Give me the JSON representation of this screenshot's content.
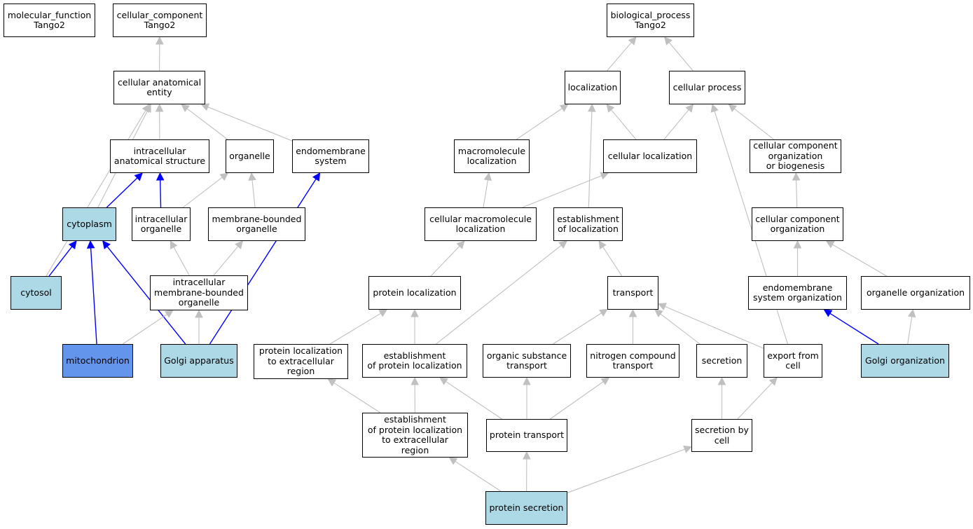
{
  "colors": {
    "edge_default": "#c0c0c0",
    "edge_highlight": "#0000ff",
    "annotated": "#add8e6",
    "focus": "#6495ed"
  },
  "nodes": [
    {
      "id": "mf",
      "label": "molecular_function\nTango2",
      "style": "white"
    },
    {
      "id": "cc",
      "label": "cellular_component\nTango2",
      "style": "white"
    },
    {
      "id": "bp",
      "label": "biological_process\nTango2",
      "style": "white"
    },
    {
      "id": "cae",
      "label": "cellular anatomical\nentity",
      "style": "white"
    },
    {
      "id": "localization",
      "label": "localization",
      "style": "white"
    },
    {
      "id": "cellproc",
      "label": "cellular process",
      "style": "white"
    },
    {
      "id": "ias",
      "label": "intracellular\nanatomical structure",
      "style": "white"
    },
    {
      "id": "organelle",
      "label": "organelle",
      "style": "white"
    },
    {
      "id": "endosys",
      "label": "endomembrane\nsystem",
      "style": "white"
    },
    {
      "id": "macroloc",
      "label": "macromolecule\nlocalization",
      "style": "white"
    },
    {
      "id": "cellloc",
      "label": "cellular localization",
      "style": "white"
    },
    {
      "id": "ccob",
      "label": "cellular component\norganization\nor biogenesis",
      "style": "white"
    },
    {
      "id": "cytoplasm",
      "label": "cytoplasm",
      "style": "lightblue"
    },
    {
      "id": "intraorg",
      "label": "intracellular\norganelle",
      "style": "white"
    },
    {
      "id": "mbo",
      "label": "membrane-bounded\norganelle",
      "style": "white"
    },
    {
      "id": "cmacroloc",
      "label": "cellular macromolecule\nlocalization",
      "style": "white"
    },
    {
      "id": "estloc",
      "label": "establishment\nof localization",
      "style": "white"
    },
    {
      "id": "cco",
      "label": "cellular component\norganization",
      "style": "white"
    },
    {
      "id": "cytosol",
      "label": "cytosol",
      "style": "lightblue"
    },
    {
      "id": "imbo",
      "label": "intracellular\nmembrane-bounded\norganelle",
      "style": "white"
    },
    {
      "id": "protloc",
      "label": "protein localization",
      "style": "white"
    },
    {
      "id": "transport",
      "label": "transport",
      "style": "white"
    },
    {
      "id": "endosysorg",
      "label": "endomembrane\nsystem organization",
      "style": "white"
    },
    {
      "id": "orgorg",
      "label": "organelle organization",
      "style": "white"
    },
    {
      "id": "mito",
      "label": "mitochondrion",
      "style": "blue"
    },
    {
      "id": "golgi",
      "label": "Golgi apparatus",
      "style": "lightblue"
    },
    {
      "id": "plec",
      "label": "protein localization\nto extracellular\nregion",
      "style": "white"
    },
    {
      "id": "estprotloc",
      "label": "establishment\nof protein localization",
      "style": "white"
    },
    {
      "id": "orgsubtr",
      "label": "organic substance\ntransport",
      "style": "white"
    },
    {
      "id": "nitrotr",
      "label": "nitrogen compound\ntransport",
      "style": "white"
    },
    {
      "id": "secretion",
      "label": "secretion",
      "style": "white"
    },
    {
      "id": "export",
      "label": "export from\ncell",
      "style": "white"
    },
    {
      "id": "golgiorg",
      "label": "Golgi organization",
      "style": "lightblue"
    },
    {
      "id": "estplec",
      "label": "establishment\nof protein localization\nto extracellular\nregion",
      "style": "white"
    },
    {
      "id": "prottr",
      "label": "protein transport",
      "style": "white"
    },
    {
      "id": "secbycell",
      "label": "secretion by\ncell",
      "style": "white"
    },
    {
      "id": "protsec",
      "label": "protein secretion",
      "style": "lightblue"
    }
  ],
  "edges": [
    {
      "from": "cae",
      "to": "cc",
      "highlight": false
    },
    {
      "from": "localization",
      "to": "bp",
      "highlight": false
    },
    {
      "from": "cellproc",
      "to": "bp",
      "highlight": false
    },
    {
      "from": "ias",
      "to": "cae",
      "highlight": false
    },
    {
      "from": "organelle",
      "to": "cae",
      "highlight": false
    },
    {
      "from": "endosys",
      "to": "cae",
      "highlight": false
    },
    {
      "from": "cytoplasm",
      "to": "cae",
      "highlight": false
    },
    {
      "from": "cytosol",
      "to": "cae",
      "highlight": false
    },
    {
      "from": "macroloc",
      "to": "localization",
      "highlight": false
    },
    {
      "from": "cellloc",
      "to": "localization",
      "highlight": false
    },
    {
      "from": "cellloc",
      "to": "cellproc",
      "highlight": false
    },
    {
      "from": "ccob",
      "to": "cellproc",
      "highlight": false
    },
    {
      "from": "estloc",
      "to": "localization",
      "highlight": false
    },
    {
      "from": "export",
      "to": "cellproc",
      "highlight": false
    },
    {
      "from": "cytoplasm",
      "to": "ias",
      "highlight": true
    },
    {
      "from": "intraorg",
      "to": "ias",
      "highlight": true
    },
    {
      "from": "intraorg",
      "to": "organelle",
      "highlight": false
    },
    {
      "from": "mbo",
      "to": "organelle",
      "highlight": false
    },
    {
      "from": "cmacroloc",
      "to": "macroloc",
      "highlight": false
    },
    {
      "from": "cmacroloc",
      "to": "cellloc",
      "highlight": false
    },
    {
      "from": "cco",
      "to": "ccob",
      "highlight": false
    },
    {
      "from": "cytosol",
      "to": "cytoplasm",
      "highlight": true
    },
    {
      "from": "mito",
      "to": "cytoplasm",
      "highlight": true
    },
    {
      "from": "golgi",
      "to": "cytoplasm",
      "highlight": true
    },
    {
      "from": "imbo",
      "to": "intraorg",
      "highlight": false
    },
    {
      "from": "imbo",
      "to": "mbo",
      "highlight": false
    },
    {
      "from": "protloc",
      "to": "cmacroloc",
      "highlight": false
    },
    {
      "from": "estprotloc",
      "to": "estloc",
      "highlight": false
    },
    {
      "from": "transport",
      "to": "estloc",
      "highlight": false
    },
    {
      "from": "endosysorg",
      "to": "cco",
      "highlight": false
    },
    {
      "from": "orgorg",
      "to": "cco",
      "highlight": false
    },
    {
      "from": "mito",
      "to": "imbo",
      "highlight": false
    },
    {
      "from": "golgi",
      "to": "imbo",
      "highlight": false
    },
    {
      "from": "golgi",
      "to": "endosys",
      "highlight": true
    },
    {
      "from": "plec",
      "to": "protloc",
      "highlight": false
    },
    {
      "from": "estprotloc",
      "to": "protloc",
      "highlight": false
    },
    {
      "from": "orgsubtr",
      "to": "transport",
      "highlight": false
    },
    {
      "from": "nitrotr",
      "to": "transport",
      "highlight": false
    },
    {
      "from": "secretion",
      "to": "transport",
      "highlight": false
    },
    {
      "from": "export",
      "to": "transport",
      "highlight": false
    },
    {
      "from": "golgiorg",
      "to": "endosysorg",
      "highlight": true
    },
    {
      "from": "golgiorg",
      "to": "orgorg",
      "highlight": false
    },
    {
      "from": "estplec",
      "to": "plec",
      "highlight": false
    },
    {
      "from": "estplec",
      "to": "estprotloc",
      "highlight": false
    },
    {
      "from": "prottr",
      "to": "estprotloc",
      "highlight": false
    },
    {
      "from": "prottr",
      "to": "orgsubtr",
      "highlight": false
    },
    {
      "from": "prottr",
      "to": "nitrotr",
      "highlight": false
    },
    {
      "from": "secbycell",
      "to": "secretion",
      "highlight": false
    },
    {
      "from": "secbycell",
      "to": "export",
      "highlight": false
    },
    {
      "from": "protsec",
      "to": "estplec",
      "highlight": false
    },
    {
      "from": "protsec",
      "to": "prottr",
      "highlight": false
    },
    {
      "from": "protsec",
      "to": "secbycell",
      "highlight": false
    }
  ]
}
